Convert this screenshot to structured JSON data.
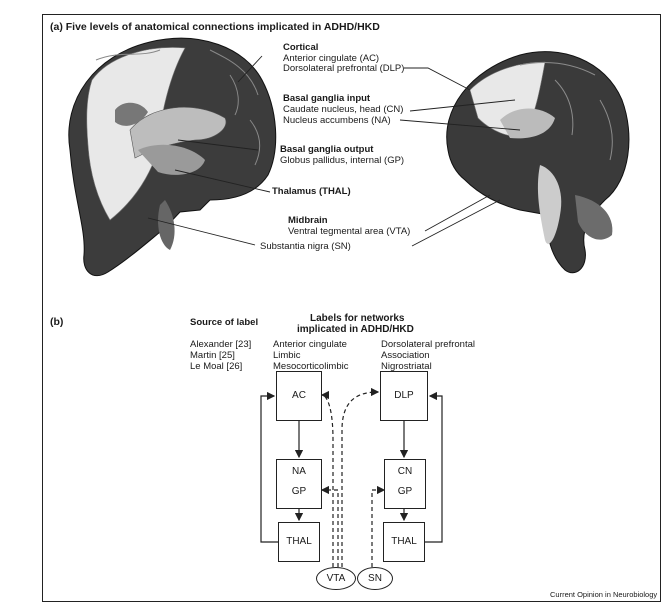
{
  "panel_a": {
    "title": "(a) Five levels of anatomical connections implicated in ADHD/HKD",
    "cortical": {
      "heading": "Cortical",
      "items": [
        "Anterior cingulate (AC)",
        "Dorsolateral prefrontal (DLP)"
      ]
    },
    "basal_input": {
      "heading": "Basal ganglia input",
      "items": [
        "Caudate nucleus, head (CN)",
        "Nucleus accumbens (NA)"
      ]
    },
    "basal_output": {
      "heading": "Basal ganglia output",
      "items": [
        "Globus pallidus, internal (GP)"
      ]
    },
    "thalamus": "Thalamus (THAL)",
    "midbrain": {
      "heading": "Midbrain",
      "items": [
        "Ventral tegmental area (VTA)",
        "Substantia nigra (SN)"
      ]
    }
  },
  "panel_b": {
    "label": "(b)",
    "source_heading": "Source of label",
    "networks_heading": [
      "Labels for networks",
      "implicated in ADHD/HKD"
    ],
    "rows": [
      {
        "source": "Alexander [23]",
        "left": "Anterior cingulate",
        "right": "Dorsolateral prefrontal"
      },
      {
        "source": "Martin [25]",
        "left": "Limbic",
        "right": "Association"
      },
      {
        "source": "Le Moal [26]",
        "left": "Mesocorticolimbic",
        "right": "Nigrostriatal"
      }
    ],
    "boxes": {
      "ac": "AC",
      "na": "NA",
      "gp_left": "GP",
      "thal_left": "THAL",
      "dlp": "DLP",
      "cn": "CN",
      "gp_right": "GP",
      "thal_right": "THAL"
    },
    "ovals": {
      "vta": "VTA",
      "sn": "SN"
    }
  },
  "credit": "Current Opinion in Neurobiology"
}
